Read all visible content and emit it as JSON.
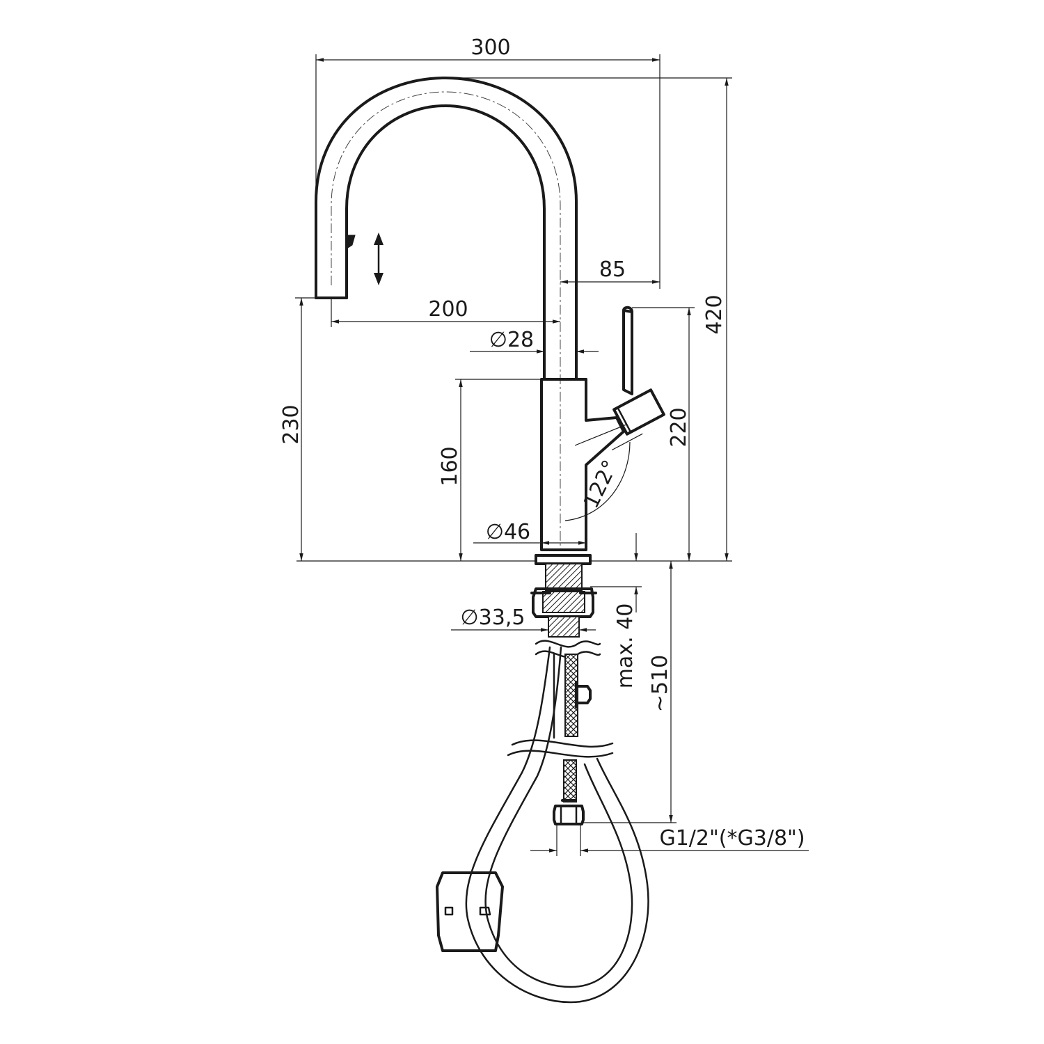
{
  "drawing": {
    "colors": {
      "line": "#1a1a1a",
      "background": "#ffffff"
    },
    "dimensions": {
      "overall_width": "300",
      "spout_height": "420",
      "spout_outlet_height": "230",
      "spout_reach": "200",
      "lever_offset": "85",
      "spout_diameter": "28",
      "lever_height": "220",
      "body_height": "160",
      "lever_angle": "122°",
      "body_diameter": "46",
      "shank_diameter": "33,5",
      "max_deck_thickness": "max. 40",
      "hose_length": "~510",
      "connection_thread": "G1/2\"(*G3/8\")"
    },
    "symbols": {
      "diameter": "∅",
      "pullout": "double-arrow-icon"
    }
  }
}
